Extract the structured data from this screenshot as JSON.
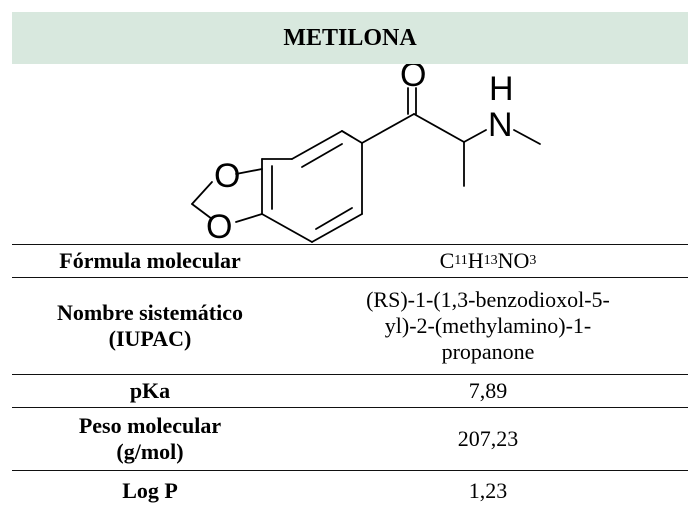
{
  "table": {
    "title": "METILONA",
    "structure": {
      "atoms": {
        "oxygen_top": "O",
        "nh_h": "H",
        "nh_n": "N",
        "ring_o1": "O",
        "ring_o2": "O"
      },
      "accent_color": "#d8e8de"
    },
    "rows": [
      {
        "label": "Fórmula molecular",
        "value_parts": [
          "C",
          "11",
          "H",
          "13",
          "NO",
          "3"
        ]
      },
      {
        "label": "Nombre sistemático\n(IUPAC)",
        "value": "(RS)-1-(1,3-benzodioxol-5-\nyl)-2-(methylamino)-1-\npropanone"
      },
      {
        "label": "pKa",
        "value": "7,89"
      },
      {
        "label": "Peso molecular\n(g/mol)",
        "value": "207,23"
      },
      {
        "label": "Log P",
        "value": "1,23"
      }
    ]
  }
}
